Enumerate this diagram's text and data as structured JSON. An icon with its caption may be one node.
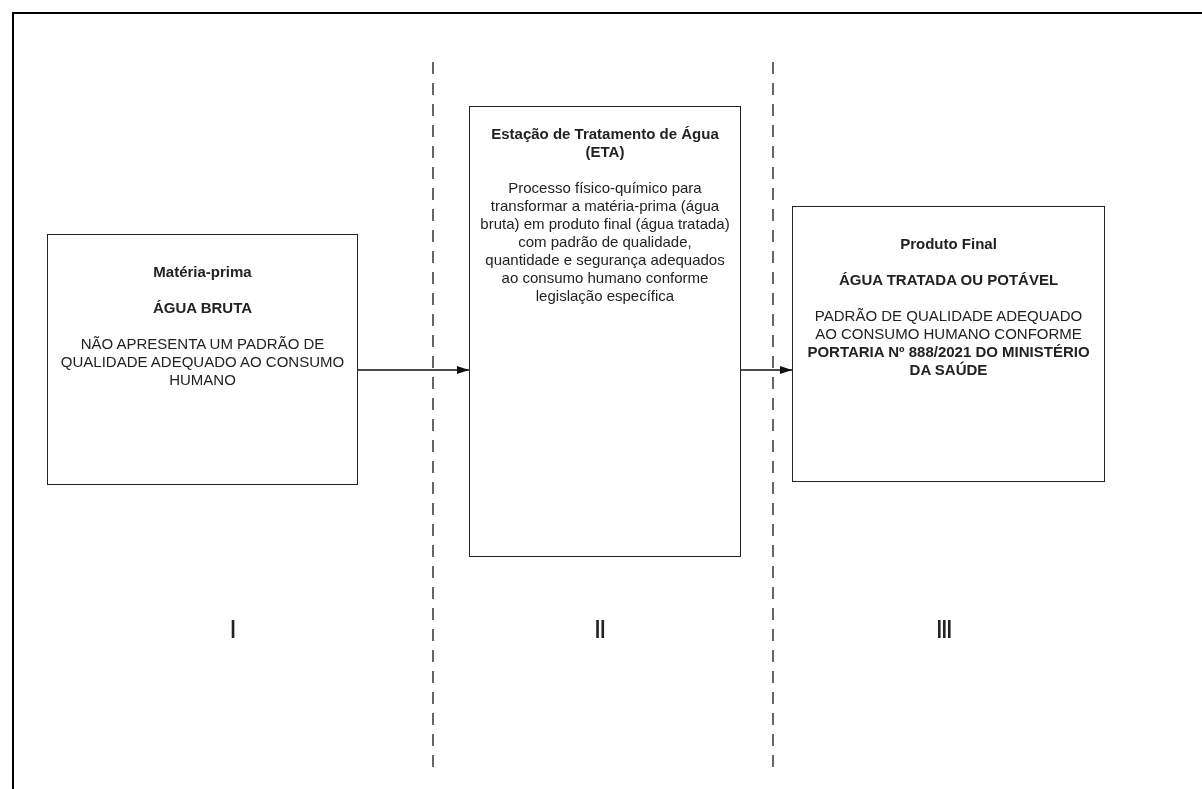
{
  "diagram": {
    "nodes": [
      {
        "text": [
          "Matéria-prima",
          "ÁGUA BRUTA",
          "NÃO APRESENTA UM PADRÃO DE QUALIDADE ADEQUADO AO CONSUMO HUMANO"
        ]
      },
      {
        "text": [
          "Estação de Tratamento de Água (ETA)",
          "Processo físico-químico para transformar a matéria-prima (água bruta) em produto final (água tratada) com padrão de qualidade, quantidade e segurança adequados ao consumo humano conforme legislação específica"
        ]
      },
      {
        "text": [
          "Produto Final",
          "ÁGUA TRATADA OU POTÁVEL",
          "PADRÃO DE QUALIDADE ADEQUADO AO CONSUMO HUMANO CONFORME **PORTARIA Nº 888/2021 DO MINISTÉRIO DA SAÚDE**"
        ]
      }
    ],
    "edges": [
      {
        "from": 0,
        "to": 1,
        "arrow": "to"
      },
      {
        "from": 1,
        "to": 2,
        "arrow": "to"
      }
    ],
    "labels": [
      "I",
      "II",
      "III"
    ]
  }
}
